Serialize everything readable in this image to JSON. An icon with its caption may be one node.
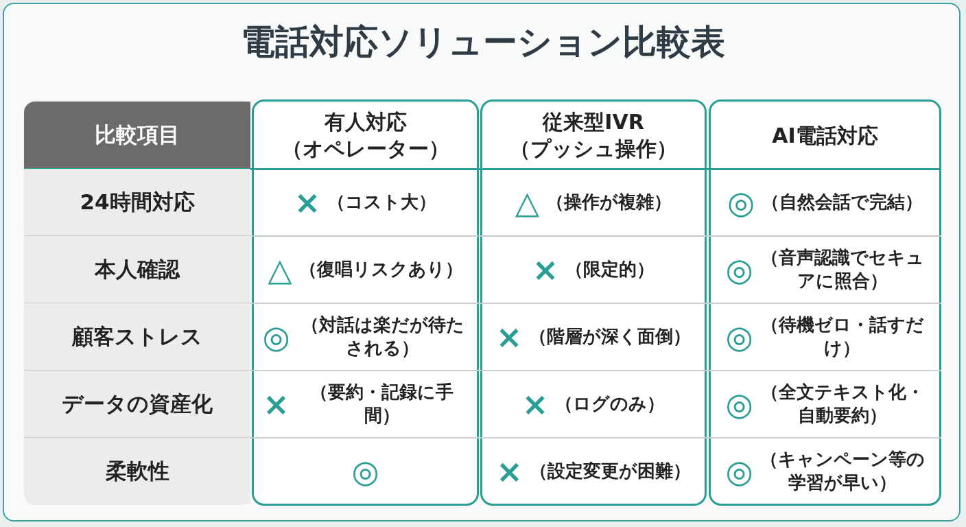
{
  "diagram": {
    "title": "電話対応ソリューション比較表",
    "labels": [
      "比較項目",
      "有人対応",
      "（オペレーター）",
      "従来型IVR",
      "（プッシュ操作）",
      "AI電話対応",
      "24時間対応",
      "×",
      "（コスト大）",
      "△",
      "（操作が複雑）",
      "◎",
      "（自然会話で完結）",
      "本人確認",
      "△",
      "（復唱リスクあり）",
      "×",
      "（限定的）",
      "◎",
      "（音声認識でセキュアに照合）",
      "顧客ストレス",
      "◎",
      "（対話は楽だが待たされる）",
      "×",
      "（階層が深く面倒）",
      "◎",
      "（待機ゼロ・話すだけ）",
      "データの資産化",
      "×",
      "（要約・記録に手間）",
      "×",
      "（ログのみ）",
      "◎",
      "（全文テキスト化・自動要約）",
      "柔軟性",
      "◎",
      "×",
      "（設定変更が困難）",
      "◎",
      "（キャンペーン等の学習が早い）"
    ]
  }
}
